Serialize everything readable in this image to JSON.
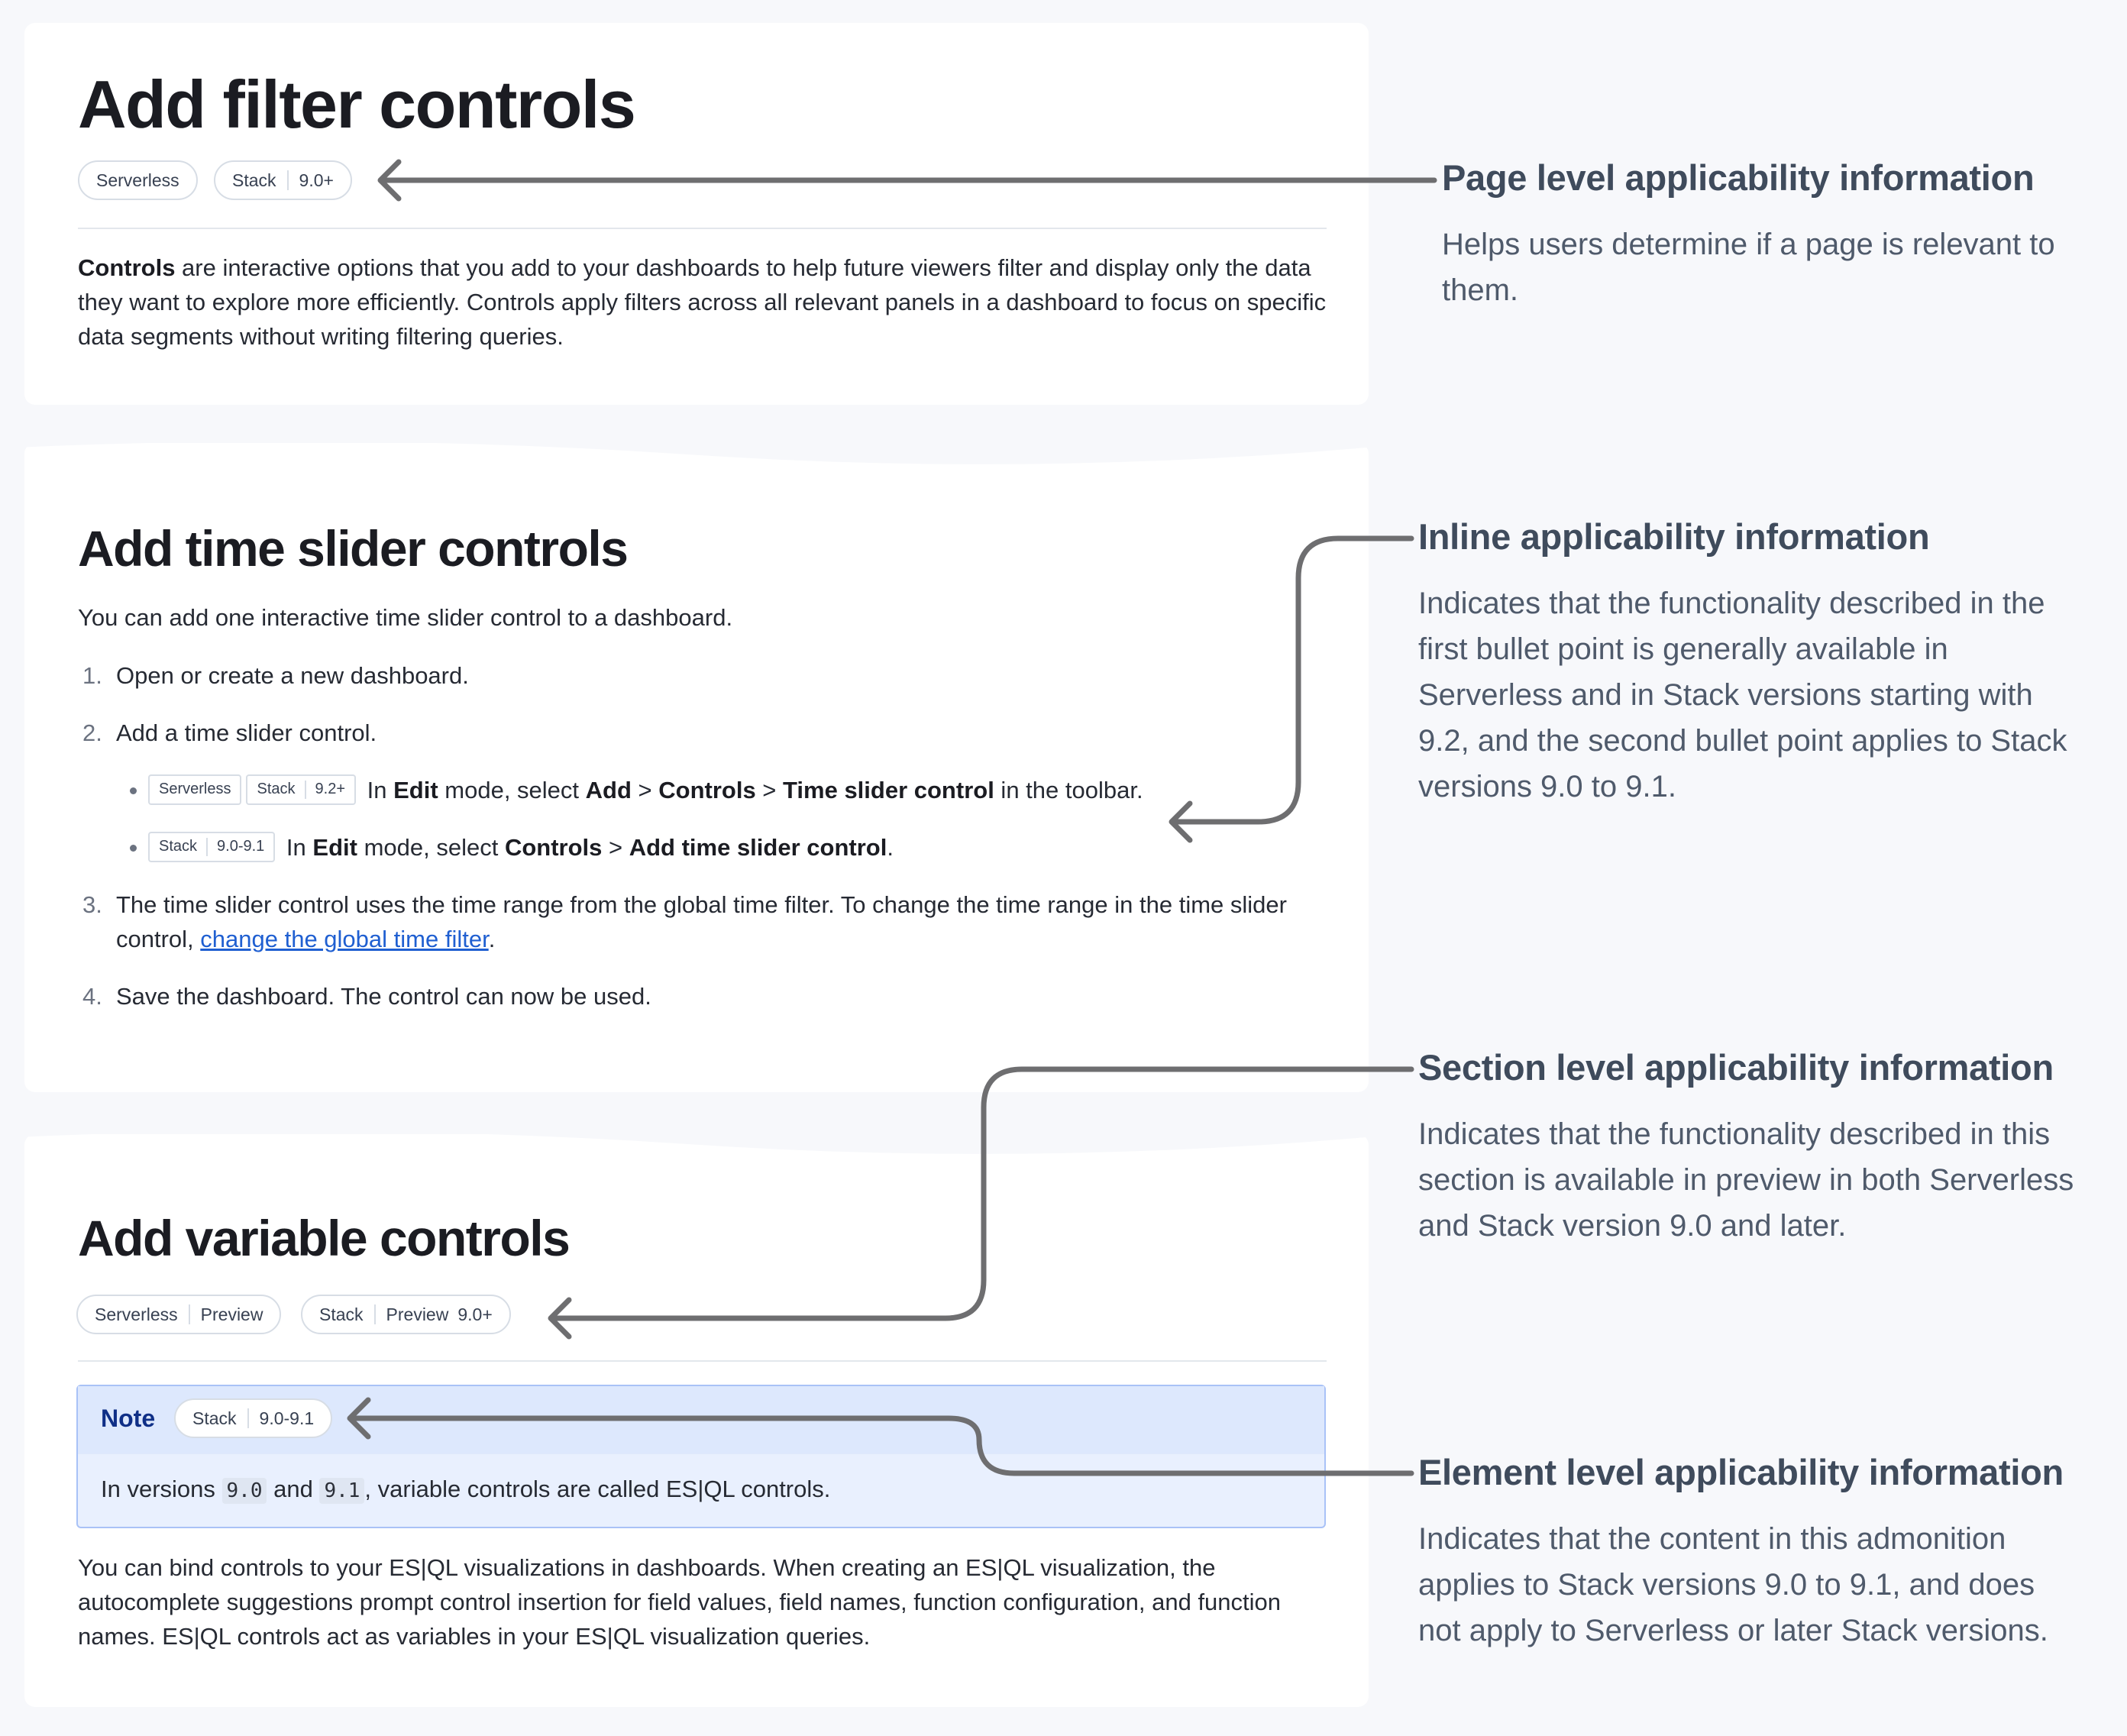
{
  "page": {
    "title": "Add filter controls",
    "badges": [
      {
        "parts": [
          "Serverless"
        ]
      },
      {
        "parts": [
          "Stack",
          "9.0+"
        ]
      }
    ],
    "intro": {
      "bold": "Controls",
      "text": " are interactive options that you add to your dashboards to help future viewers filter and display only the data they want to explore more efficiently. Controls apply filters across all relevant panels in a dashboard to focus on specific data segments without writing filtering queries."
    }
  },
  "time_slider": {
    "heading": "Add time slider controls",
    "intro": "You can add one interactive time slider control to a dashboard.",
    "steps": [
      {
        "num": "1.",
        "text": "Open or create a new dashboard."
      },
      {
        "num": "2.",
        "text": "Add a time slider control."
      },
      {
        "num": "3.",
        "text": "The time slider control uses the time range from the global time filter. To change the time range in the time slider control, ",
        "link": "change the global time filter",
        "after": "."
      },
      {
        "num": "4.",
        "text": "Save the dashboard. The control can now be used."
      }
    ],
    "bullets": [
      {
        "badges": [
          [
            "Serverless"
          ],
          [
            "Stack",
            "9.2+"
          ]
        ],
        "t1": "In ",
        "b1": "Edit",
        "t2": " mode, select ",
        "b2": "Add",
        "t3": " > ",
        "b3": "Controls",
        "t4": " > ",
        "b4": "Time slider control",
        "t5": " in the toolbar."
      },
      {
        "badges": [
          [
            "Stack",
            "9.0-9.1"
          ]
        ],
        "t1": "In ",
        "b1": "Edit",
        "t2": " mode, select ",
        "b2": "Controls",
        "t3": " > ",
        "b3": "Add time slider control",
        "t4": "."
      }
    ]
  },
  "variable": {
    "heading": "Add variable controls",
    "badges": [
      {
        "parts": [
          "Serverless",
          "Preview"
        ]
      },
      {
        "parts": [
          "Stack",
          "Preview",
          "9.0+"
        ]
      }
    ],
    "note": {
      "title": "Note",
      "badge": [
        "Stack",
        "9.0-9.1"
      ],
      "t1": "In versions ",
      "c1": "9.0",
      "t2": " and ",
      "c2": "9.1",
      "t3": ", variable controls are called ES|QL controls."
    },
    "body": "You can bind controls to your ES|QL visualizations in dashboards. When creating an ES|QL visualization, the autocomplete suggestions prompt control insertion for field values, field names, function configuration, and function names. ES|QL controls act as variables in your ES|QL visualization queries."
  },
  "annotations": [
    {
      "title": "Page level applicability information",
      "desc": "Helps users determine if a page is relevant to them."
    },
    {
      "title": "Inline applicability information",
      "desc": "Indicates that the functionality described in the first bullet point is generally available in Serverless and in Stack versions starting with 9.2, and the second bullet point applies to Stack versions 9.0 to 9.1."
    },
    {
      "title": "Section level applicability information",
      "desc": "Indicates that the functionality described in this section is available in preview in both Serverless and Stack version 9.0 and later."
    },
    {
      "title": "Element level applicability information",
      "desc": "Indicates that the content in this admonition applies to Stack versions 9.0 to 9.1, and does not apply to Serverless or later Stack versions."
    }
  ],
  "colors": {
    "arrow": "#6e6e70",
    "link": "#1f5fd1",
    "note_bg": "#e9f0fe",
    "note_title": "#0f2f87"
  }
}
